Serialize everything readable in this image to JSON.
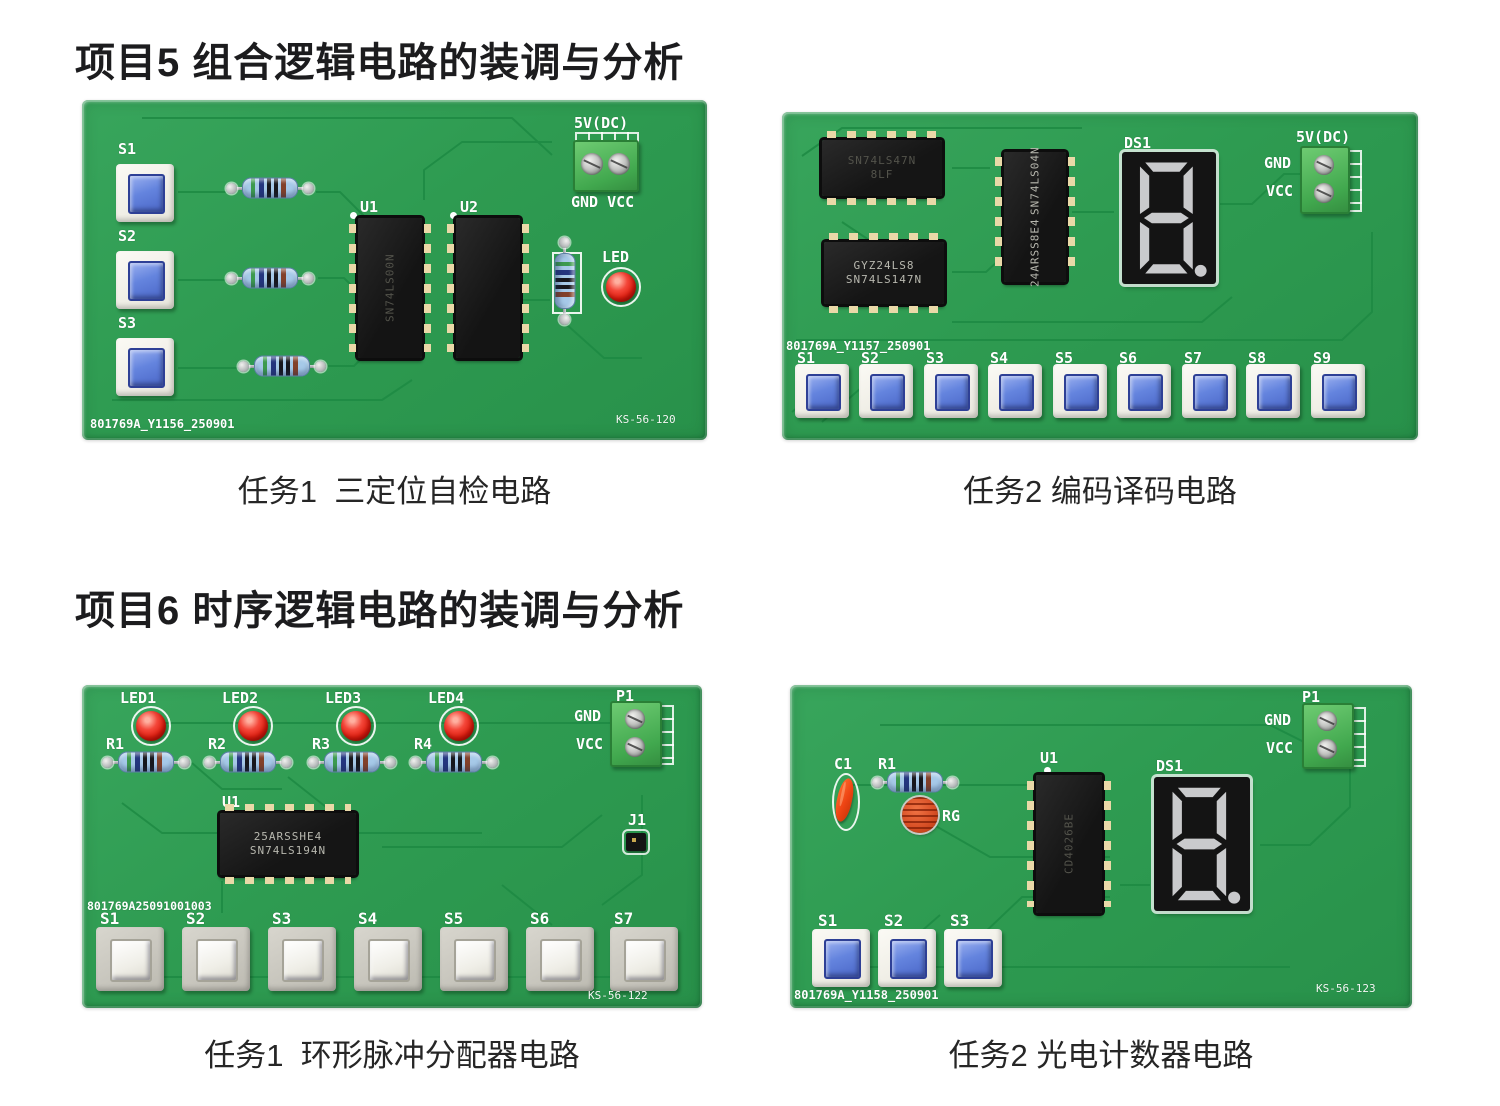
{
  "titles": {
    "project5": "项目5 组合逻辑电路的装调与分析",
    "project6": "项目6 时序逻辑电路的装调与分析"
  },
  "captions": {
    "board1": "任务1  三定位自检电路",
    "board2": "任务2 编码译码电路",
    "board3": "任务1  环形脉冲分配器电路",
    "board4": "任务2 光电计数器电路"
  },
  "colors": {
    "pcb_green": "#2e9b51",
    "trace_green": "#1d8a43",
    "silkscreen_white": "#ffffff",
    "button_blue": "#5b7cd8",
    "led_red": "#e02112",
    "terminal_green": "#41a84e",
    "segment_gray": "#c9cacc"
  },
  "board1": {
    "switches": [
      "S1",
      "S2",
      "S3"
    ],
    "ic_refs": [
      "U1",
      "U2"
    ],
    "ic1_part": "SN74LS00N",
    "power_label": "5V(DC)",
    "power_pins": "GND VCC",
    "led_label": "LED",
    "board_id": "801769A_Y1156_250901",
    "code": "KS-56-120"
  },
  "board2": {
    "ic1_part": "SN74LS47N",
    "ic1_lot": "8LF",
    "ic2_line1": "GYZ24LS8",
    "ic2_line2": "SN74LS147N",
    "ic3_line1": "24ARSS8E4",
    "ic3_line2": "SN74LS04N",
    "display_label": "DS1",
    "power_label": "5V(DC)",
    "gnd": "GND",
    "vcc": "VCC",
    "switches": [
      "S1",
      "S2",
      "S3",
      "S4",
      "S5",
      "S6",
      "S7",
      "S8",
      "S9"
    ],
    "board_id": "801769A_Y1157_250901"
  },
  "board3": {
    "leds": [
      "LED1",
      "LED2",
      "LED3",
      "LED4"
    ],
    "resistors": [
      "R1",
      "R2",
      "R3",
      "R4"
    ],
    "power_label": "P1",
    "gnd": "GND",
    "vcc": "VCC",
    "ic_ref": "U1",
    "ic_line1": "25ARSSHE4",
    "ic_line2": "SN74LS194N",
    "jumper": "J1",
    "switches": [
      "S1",
      "S2",
      "S3",
      "S4",
      "S5",
      "S6",
      "S7"
    ],
    "board_id": "801769A25091001003",
    "code": "KS-56-122"
  },
  "board4": {
    "power_label": "P1",
    "gnd": "GND",
    "vcc": "VCC",
    "cap": "C1",
    "res": "R1",
    "photores": "RG",
    "ic_ref": "U1",
    "ic_part": "CD4026BE",
    "display_label": "DS1",
    "switches": [
      "S1",
      "S2",
      "S3"
    ],
    "board_id": "801769A_Y1158_250901",
    "code": "KS-56-123"
  }
}
